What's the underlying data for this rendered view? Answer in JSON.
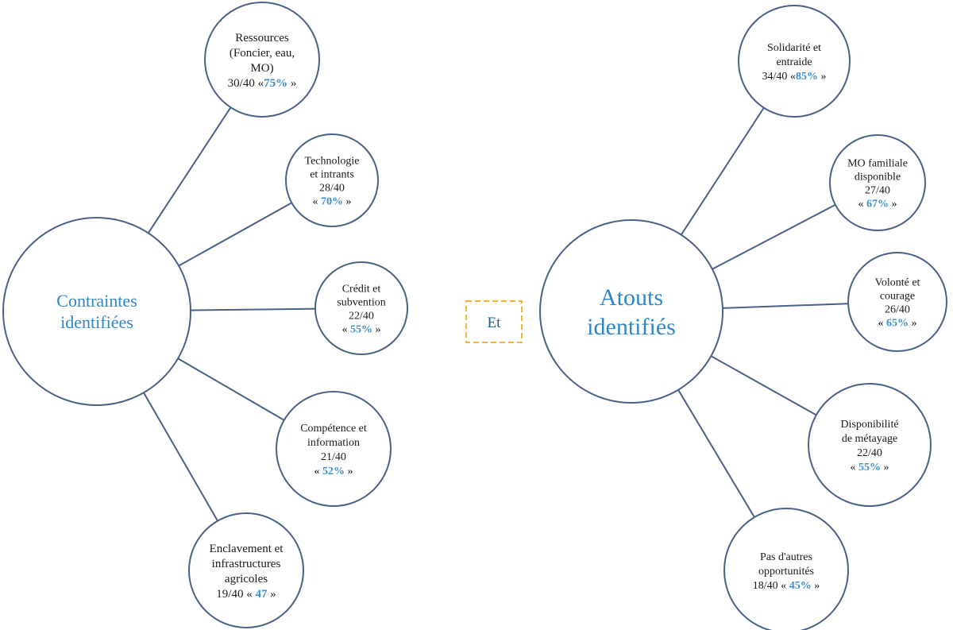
{
  "left": {
    "center": {
      "lines": [
        "Contraintes",
        "identifiées"
      ]
    },
    "items": [
      {
        "lines": [
          "Ressources",
          "(Foncier, eau,",
          "MO)"
        ],
        "count": "30/40 «",
        "pct": "75%",
        "close": " »"
      },
      {
        "lines": [
          "Technologie",
          "et intrants"
        ],
        "count": "28/40",
        "open": "« ",
        "pct": "70%",
        "close": " »"
      },
      {
        "lines": [
          "Crédit et",
          "subvention"
        ],
        "count": "22/40",
        "open": "« ",
        "pct": "55%",
        "close": " »"
      },
      {
        "lines": [
          "Compétence et",
          "information"
        ],
        "count": "21/40",
        "open": "« ",
        "pct": "52%",
        "close": " »"
      },
      {
        "lines": [
          "Enclavement et",
          "infrastructures",
          "agricoles"
        ],
        "count": "19/40 « ",
        "pct": "47",
        "close": " »"
      }
    ]
  },
  "connector": {
    "label": "Et"
  },
  "right": {
    "center": {
      "lines": [
        "Atouts",
        "identifiés"
      ]
    },
    "items": [
      {
        "lines": [
          "Solidarité et",
          "entraide"
        ],
        "count": "34/40 «",
        "pct": "85%",
        "close": " »"
      },
      {
        "lines": [
          "MO familiale",
          "disponible"
        ],
        "count": "27/40",
        "open": "« ",
        "pct": "67%",
        "close": " »"
      },
      {
        "lines": [
          "Volonté et",
          "courage"
        ],
        "count": "26/40",
        "open": "« ",
        "pct": "65%",
        "close": " »"
      },
      {
        "lines": [
          "Disponibilité",
          "de métayage"
        ],
        "count": "22/40",
        "open": "« ",
        "pct": "55%",
        "close": " »"
      },
      {
        "lines": [
          "Pas d'autres",
          "opportunités"
        ],
        "count": "18/40 « ",
        "pct": "45%",
        "close": " »"
      }
    ]
  },
  "colors": {
    "stroke": "#4a6187",
    "hub_text": "#2f86c7",
    "percent": "#3f8fd0",
    "connector_border": "#f2b732"
  }
}
